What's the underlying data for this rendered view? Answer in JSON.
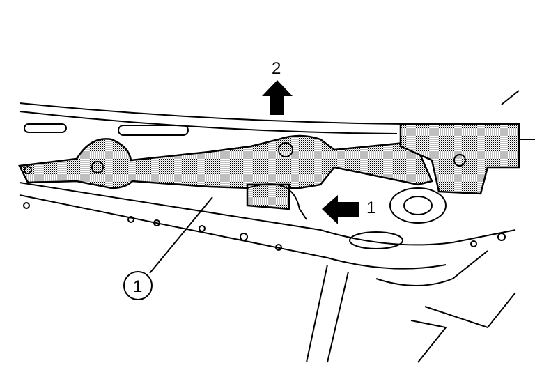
{
  "diagram": {
    "arrow_label_up": "2",
    "arrow_label_left": "1",
    "callout_number": "1"
  },
  "colors": {
    "line": "#000000",
    "background": "#ffffff",
    "shading": "#9a9a9a"
  }
}
